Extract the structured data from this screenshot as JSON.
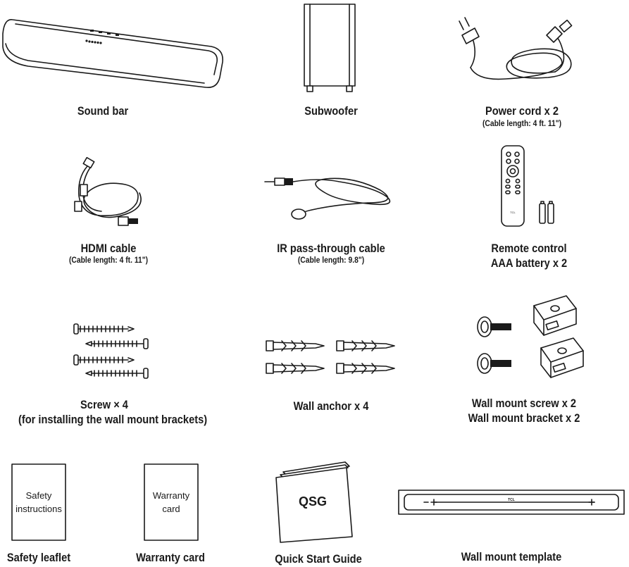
{
  "items": {
    "soundbar": {
      "label": "Sound bar"
    },
    "subwoofer": {
      "label": "Subwoofer"
    },
    "power_cord": {
      "label": "Power cord x 2",
      "note": "(Cable length: 4 ft. 11\")"
    },
    "hdmi": {
      "label": "HDMI cable",
      "note": "(Cable length: 4 ft. 11\")"
    },
    "ir_cable": {
      "label": "IR pass-through cable",
      "note": "(Cable length: 9.8\")"
    },
    "remote": {
      "label": "Remote control",
      "label2": "AAA battery x 2",
      "brand": "TCL"
    },
    "screw": {
      "label": "Screw × 4",
      "label2": "(for installing the wall mount brackets)"
    },
    "wall_anchor": {
      "label": "Wall anchor x 4"
    },
    "wall_mount": {
      "label": "Wall mount screw x 2",
      "label2": "Wall mount bracket x 2"
    },
    "safety_leaflet": {
      "label": "Safety leaflet",
      "cover_line1": "Safety",
      "cover_line2": "instructions"
    },
    "warranty_card": {
      "label": "Warranty card",
      "cover_line1": "Warranty",
      "cover_line2": "card"
    },
    "qsg": {
      "label": "Quick Start Guide",
      "cover": "QSG"
    },
    "wall_template": {
      "label": "Wall mount template",
      "brand": "TCL"
    }
  }
}
